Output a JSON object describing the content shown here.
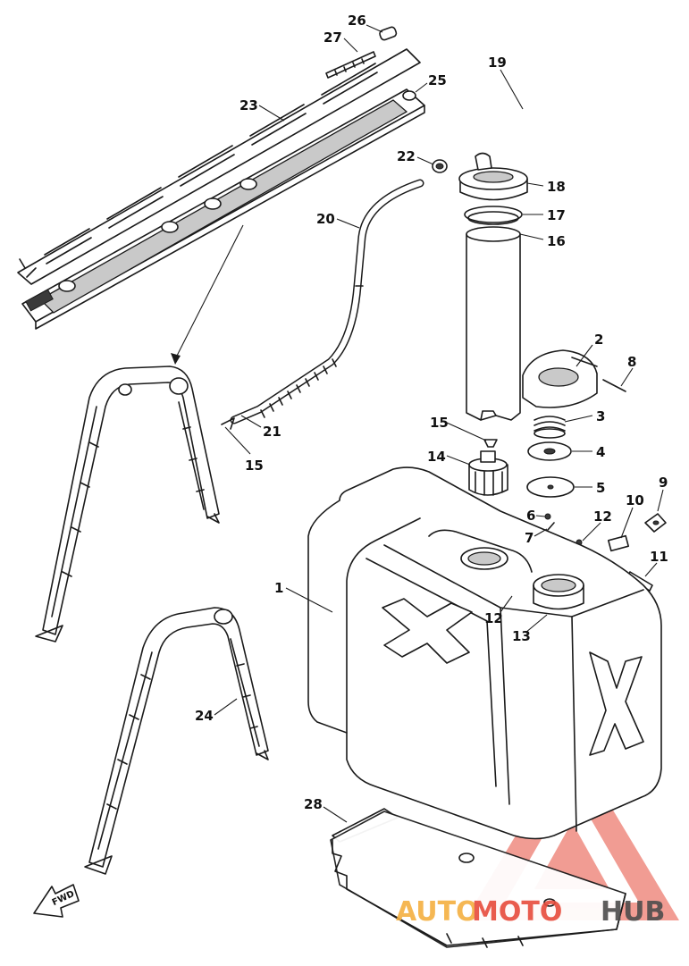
{
  "callouts": [
    "1",
    "2",
    "3",
    "4",
    "5",
    "6",
    "7",
    "8",
    "9",
    "10",
    "11",
    "12",
    "12",
    "13",
    "14",
    "15",
    "15",
    "16",
    "17",
    "18",
    "19",
    "20",
    "21",
    "22",
    "23",
    "24",
    "25",
    "26",
    "27",
    "28"
  ],
  "fwd_label": "FWD",
  "watermark": {
    "part1": "AUTO",
    "part2": "MOTO",
    "part3": "HUB",
    "color1": "#f5b041",
    "color2": "#e74c3c",
    "color3": "#4d4d4d"
  }
}
